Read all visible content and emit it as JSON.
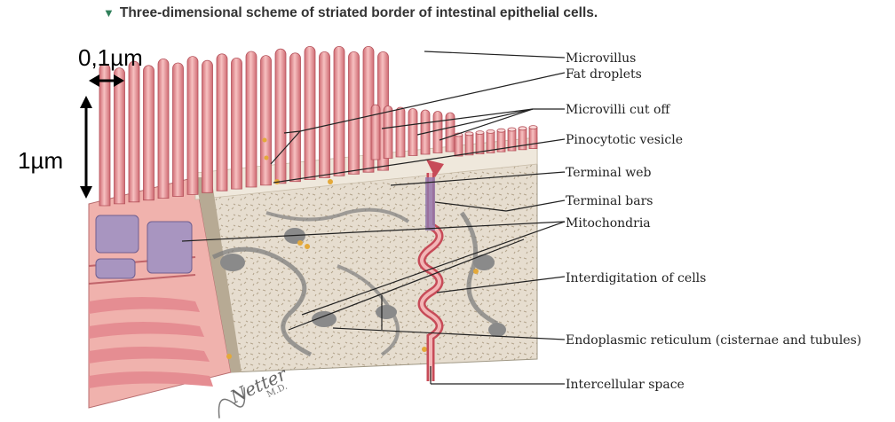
{
  "title": "Three-dimensional scheme of striated border of intestinal epithelial cells.",
  "scale": {
    "width": "0,1µm",
    "height": "1µm"
  },
  "labels": [
    "Microvillus",
    "Fat droplets",
    "Microvilli cut off",
    "Pinocytotic vesicle",
    "Terminal web",
    "Terminal bars",
    "Mitochondria",
    "Interdigitation of cells",
    "Endoplasmic reticulum (cisternae and tubules)",
    "Intercellular space"
  ],
  "signature": "F. Netter M.D.",
  "colors": {
    "microvillus": "#e88e93",
    "cytoplasm": "#e5dccd",
    "membrane": "#f4b3b0",
    "mitochondria": "#a895c0",
    "er": "#8f8f8f"
  }
}
